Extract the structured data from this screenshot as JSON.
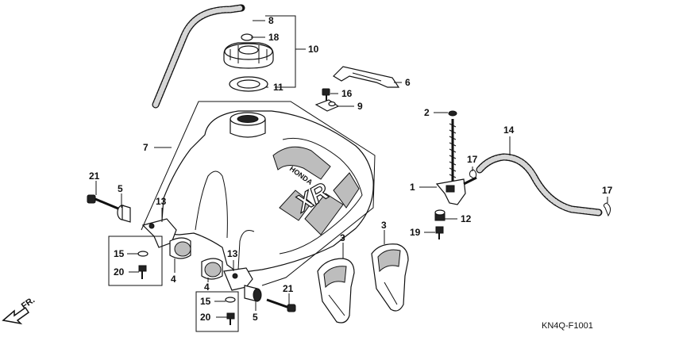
{
  "diagram": {
    "code": "KN4Q-F1001",
    "direction_label": "FR.",
    "tank_brand": "HONDA",
    "tank_model": "XR",
    "callouts": {
      "n1": "1",
      "n2": "2",
      "n3a": "3",
      "n3b": "3",
      "n4a": "4",
      "n4b": "4",
      "n5a": "5",
      "n5b": "5",
      "n6": "6",
      "n7": "7",
      "n8": "8",
      "n9": "9",
      "n10": "10",
      "n11": "11",
      "n12": "12",
      "n13a": "13",
      "n13b": "13",
      "n14": "14",
      "n15a": "15",
      "n15b": "15",
      "n16": "16",
      "n17a": "17",
      "n17b": "17",
      "n18": "18",
      "n19": "19",
      "n20a": "20",
      "n20b": "20",
      "n21a": "21",
      "n21b": "21"
    }
  }
}
